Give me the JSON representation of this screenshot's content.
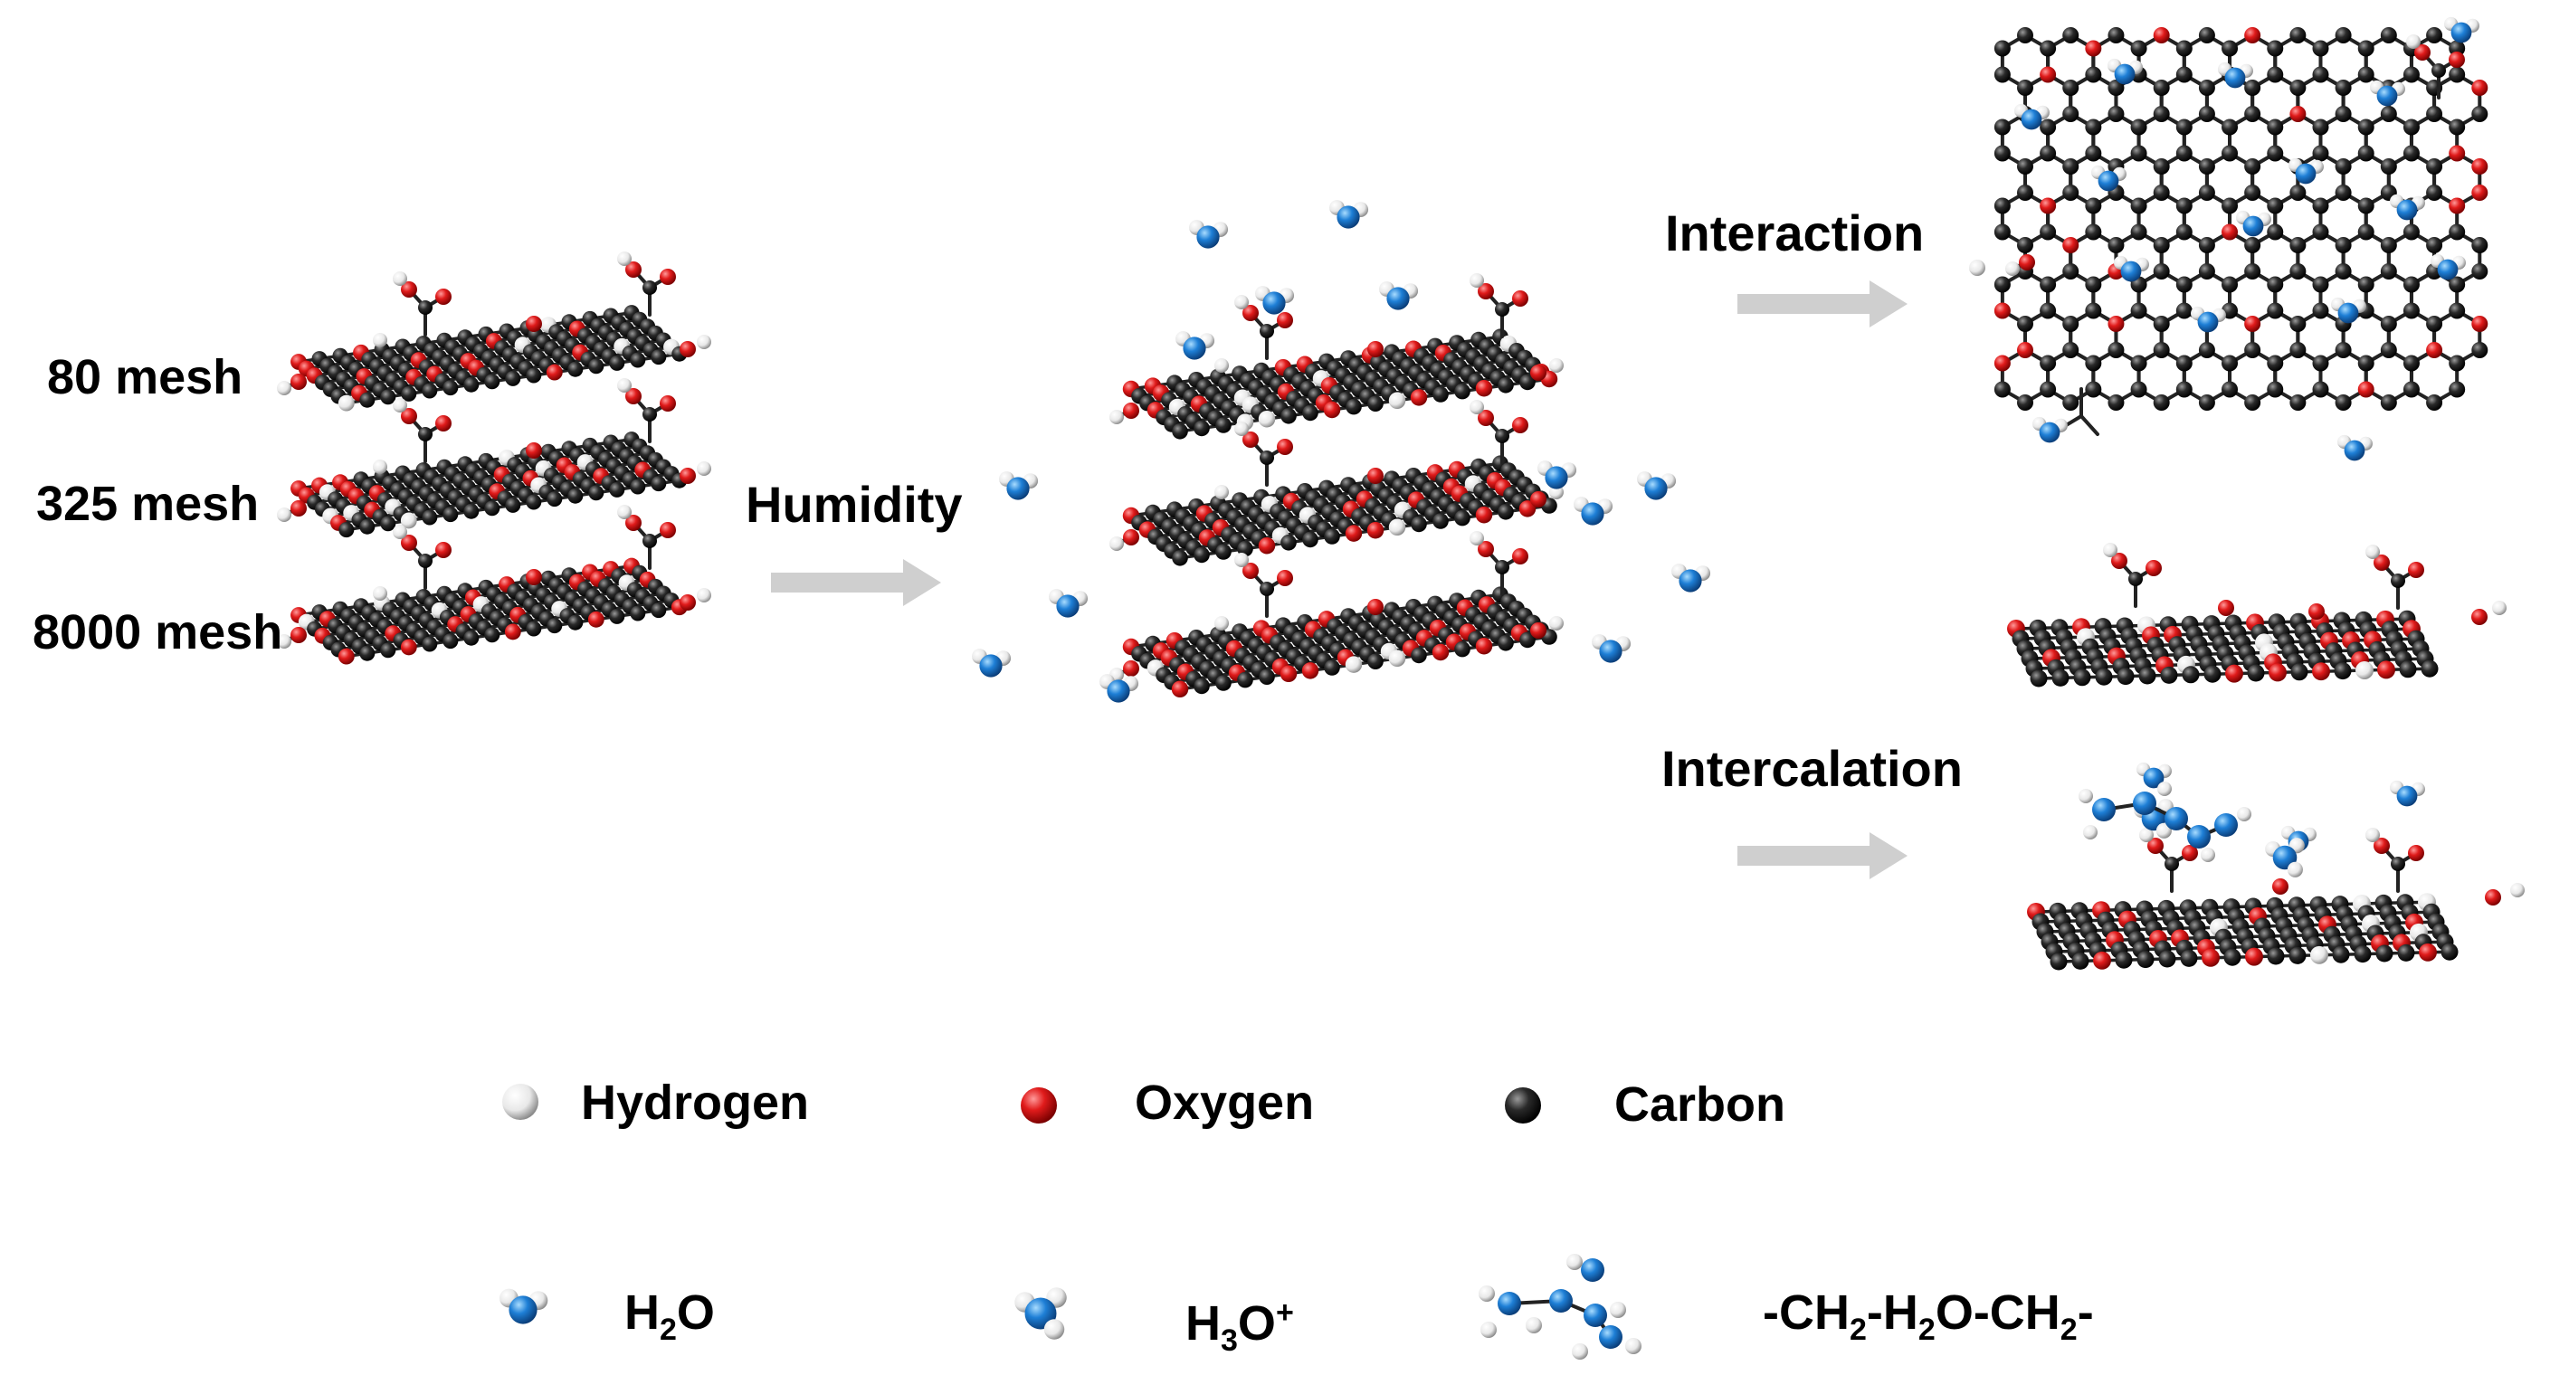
{
  "mesh_labels": [
    "80 mesh",
    "325 mesh",
    "8000 mesh"
  ],
  "steps": {
    "humidity": "Humidity",
    "interaction": "Interaction",
    "intercalation": "Intercalation"
  },
  "legend": {
    "hydrogen": "Hydrogen",
    "oxygen": "Oxygen",
    "carbon": "Carbon",
    "h2o": "H2O",
    "h3o": "H3O+",
    "chain": "-CH2-H2O-CH2-"
  },
  "colors": {
    "carbon": "#1a1a1a",
    "oxygen": "#e01b1b",
    "hydrogen": "#f2f2f2",
    "water_oxygen": "#1e7fd6",
    "arrow": "#cfcfcf"
  }
}
